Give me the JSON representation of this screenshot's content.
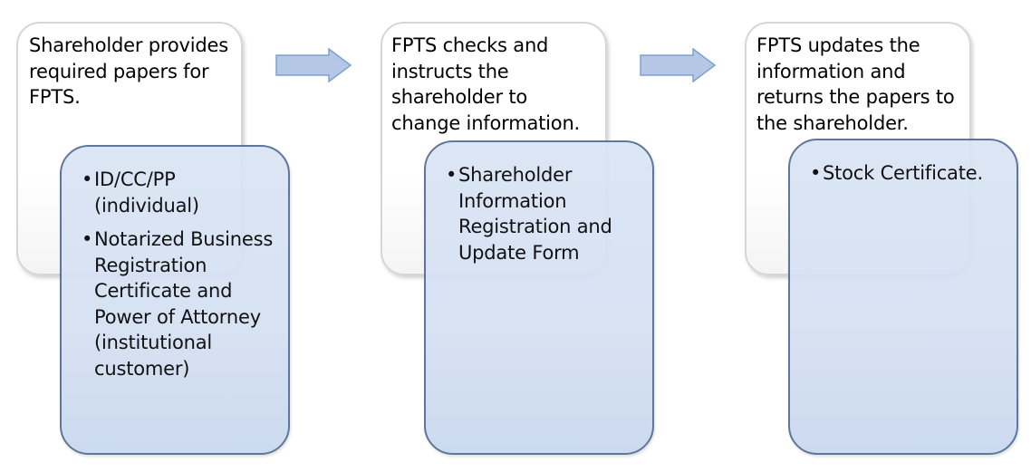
{
  "steps": [
    {
      "lines": [
        "Shareholder provides",
        "required papers for",
        "FPTS."
      ],
      "details": [
        {
          "lines": [
            "ID/CC/PP",
            "(individual)"
          ]
        },
        {
          "lines": [
            "Notarized Business",
            "Registration",
            "Certificate and",
            "Power of Attorney",
            "(institutional",
            "customer)"
          ]
        }
      ]
    },
    {
      "lines": [
        "FPTS checks and",
        "instructs the",
        "shareholder to",
        "change information."
      ],
      "details": [
        {
          "lines": [
            "Shareholder",
            "Information",
            "Registration and",
            "Update Form"
          ]
        }
      ]
    },
    {
      "lines": [
        "FPTS updates the",
        "information and",
        "returns the papers to",
        "the shareholder."
      ],
      "details": [
        {
          "lines": [
            "Stock Certificate."
          ]
        }
      ]
    }
  ],
  "bullet_char": "•",
  "colors": {
    "arrow_fill": "#b4c8e6",
    "arrow_stroke": "#7f9fcf",
    "detail_fill": "#d4e0f3",
    "detail_border": "#536d93",
    "step_border": "#d6d6d6"
  }
}
